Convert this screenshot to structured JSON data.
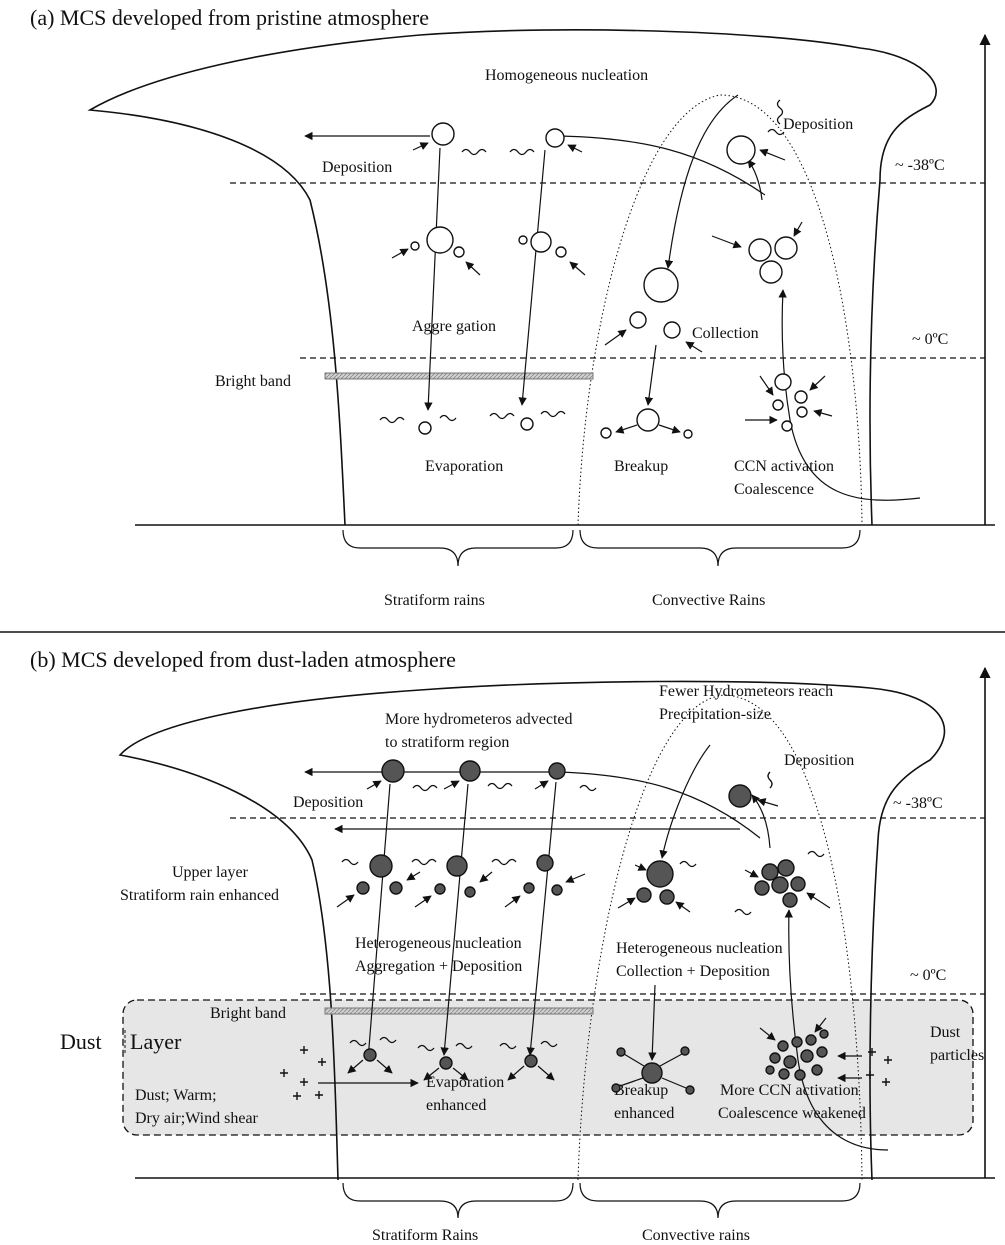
{
  "panel_a": {
    "title": "(a) MCS developed from pristine atmosphere",
    "homogeneous_nucleation": "Homogeneous nucleation",
    "deposition_left": "Deposition",
    "deposition_right": "Deposition",
    "temp_upper": "~ -38ºC",
    "temp_lower": "~ 0ºC",
    "aggregation": "Aggre gation",
    "collection": "Collection",
    "bright_band": "Bright band",
    "evaporation": "Evaporation",
    "breakup": "Breakup",
    "ccn_activation": "CCN activation",
    "coalescence": "Coalescence",
    "stratiform": "Stratiform rains",
    "convective": "Convective Rains"
  },
  "panel_b": {
    "title": "(b) MCS developed from dust-laden atmosphere",
    "fewer_line1": "Fewer Hydrometeors reach",
    "fewer_line2": "Precipitation-size",
    "more_line1": "More hydrometeros advected",
    "more_line2": "to stratiform region",
    "deposition_left": "Deposition",
    "deposition_right": "Deposition",
    "temp_upper": "~ -38ºC",
    "temp_lower": "~ 0ºC",
    "upper_line1": "Upper layer",
    "upper_line2": "Stratiform rain enhanced",
    "het_left_line1": "Heterogeneous nucleation",
    "het_left_line2": "Aggregation + Deposition",
    "het_right_line1": "Heterogeneous nucleation",
    "het_right_line2": "Collection + Deposition",
    "bright_band": "Bright band",
    "dust_word": "Dust",
    "layer_word": "Layer",
    "dust_cond_line1": "Dust; Warm;",
    "dust_cond_line2": "Dry air;Wind shear",
    "evap_line1": "Evaporation",
    "evap_line2": "enhanced",
    "breakup_line1": "Breakup",
    "breakup_line2": "enhanced",
    "ccn_line1": "More CCN activation",
    "ccn_line2": "Coalescence weakened",
    "dust_particles_line1": "Dust",
    "dust_particles_line2": "particles",
    "stratiform": "Stratiform Rains",
    "convective": "Convective rains"
  },
  "colors": {
    "dark_hydrometeor": "#555555",
    "dust_layer_fill": "#e6e6e6",
    "bright_band_fill": "#bbbbbb"
  }
}
